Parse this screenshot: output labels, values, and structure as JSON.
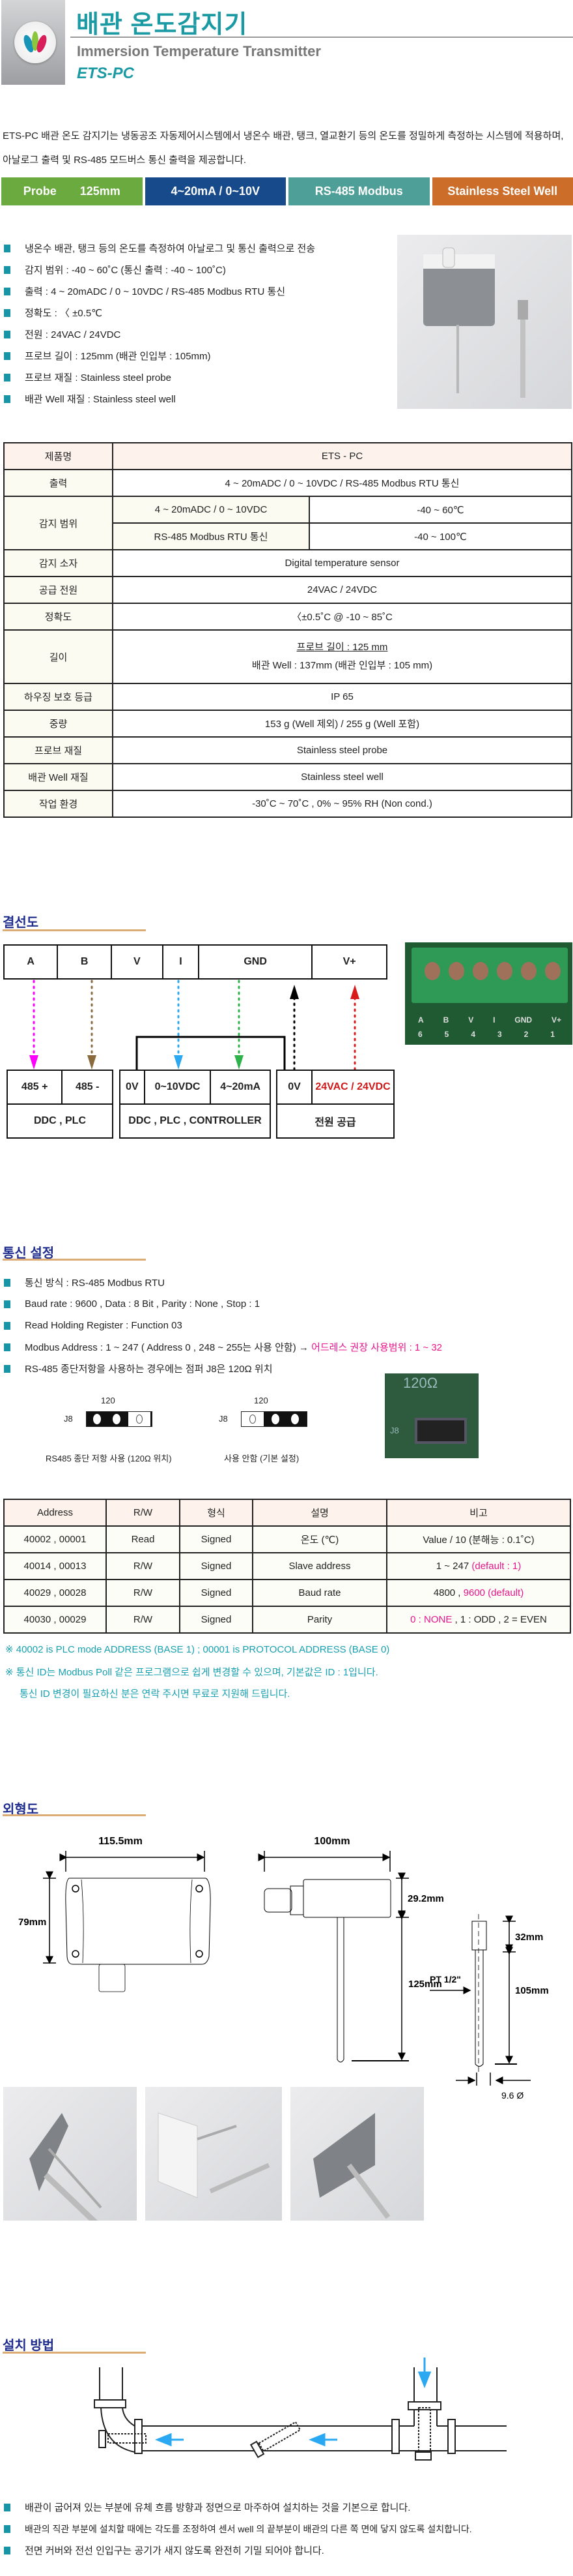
{
  "header": {
    "title": "배관 온도감지기",
    "subtitle": "Immersion Temperature Transmitter",
    "model": "ETS-PC"
  },
  "intro": "ETS-PC 배관 온도 감지기는 냉동공조 자동제어시스템에서 냉온수 배관, 탱크, 열교환기 등의 온도를 정밀하게 측정하는 시스템에 적용하며, 아날로그 출력 및 RS-485 모드버스 통신 출력을 제공합니다.",
  "features": [
    {
      "label": "Probe",
      "value": "125mm",
      "color": "#6aaa3f"
    },
    {
      "label": "4~20mA  /  0~10V",
      "color": "#164a8a"
    },
    {
      "label": "RS-485 Modbus",
      "color": "#4e9f98"
    },
    {
      "label": "Stainless Steel Well",
      "color": "#cc6d2a"
    }
  ],
  "bullets": [
    "냉온수 배관, 탱크 등의 온도를 측정하여 아날로그 및 통신 출력으로 전송",
    "감지 범위 :  -40 ~ 60˚C  (통신 출력 : -40 ~ 100˚C)",
    "출력 :  4 ~ 20mADC  /  0 ~ 10VDC  /  RS-485 Modbus RTU 통신",
    "정확도 :  〈 ±0.5℃",
    "전원 :  24VAC / 24VDC",
    "프로브 길이 :  125mm  (배관 인입부 : 105mm)",
    "프로브 재질 :  Stainless steel probe",
    "배관 Well 재질 :  Stainless steel  well"
  ],
  "spec": {
    "product_label": "제품명",
    "product": "ETS - PC",
    "output_label": "출력",
    "output": "4 ~ 20mADC  /  0 ~ 10VDC  /  RS-485 Modbus RTU 통신",
    "range_label": "감지 범위",
    "range_rows": [
      {
        "k": "4 ~ 20mADC  /  0 ~ 10VDC",
        "v": "-40 ~ 60℃"
      },
      {
        "k": "RS-485 Modbus RTU 통신",
        "v": "-40 ~ 100℃"
      }
    ],
    "rows1": [
      {
        "k": "감지 소자",
        "v": "Digital temperature sensor"
      },
      {
        "k": "공급 전원",
        "v": "24VAC  /  24VDC"
      },
      {
        "k": "정확도",
        "v": "〈±0.5˚C  @ -10 ~ 85˚C"
      }
    ],
    "length_label": "길이",
    "length_1": "프로브 길이 :  125 mm",
    "length_2": "배관 Well :  137mm  (배관 인입부 : 105 mm)",
    "rows2": [
      {
        "k": "하우징 보호 등급",
        "v": "IP 65"
      },
      {
        "k": "중량",
        "v": "153 g  (Well 제외)   /   255 g  (Well 포함)"
      },
      {
        "k": "프로브 재질",
        "v": "Stainless steel probe"
      },
      {
        "k": "배관 Well 재질",
        "v": "Stainless steel well"
      },
      {
        "k": "작업 환경",
        "v": "-30˚C ~ 70˚C  ,  0% ~ 95% RH (Non cond.)"
      }
    ]
  },
  "wiring": {
    "title": "결선도",
    "terminals": [
      "A",
      "B",
      "V",
      "I",
      "GND",
      "V+"
    ],
    "board_labels": [
      "A",
      "B",
      "V",
      "I",
      "GND",
      "V+"
    ],
    "board_numbers": [
      "6",
      "5",
      "4",
      "3",
      "2",
      "1"
    ],
    "groups": [
      {
        "cells": [
          "485 +",
          "485 -"
        ],
        "name": "DDC , PLC"
      },
      {
        "cells": [
          "0V",
          "0~10VDC",
          "4~20mA"
        ],
        "name": "DDC , PLC , CONTROLLER"
      },
      {
        "cells": [
          "0V",
          "24VAC / 24VDC"
        ],
        "name": "전원 공급"
      }
    ],
    "wire_colors": {
      "A": "#ff00ff",
      "B": "#8b6a3e",
      "V": "#2aa8f2",
      "I": "#2db34a",
      "GND": "#000000",
      "V+": "#d81b1b"
    }
  },
  "comm": {
    "title": "통신 설정",
    "bullets": [
      "통신 방식 :  RS-485 Modbus RTU",
      "Baud rate : 9600  ,  Data : 8 Bit  ,  Parity : None  ,  Stop : 1",
      "Read Holding Register :  Function  03"
    ],
    "addr_bullet": "Modbus Address :  1 ~ 247 ( Address 0 , 248 ~ 255는 사용 안함)  →",
    "addr_highlight": "어드레스 권장 사용범위 : 1 ~ 32",
    "term_bullet": "RS-485 종단저항을 사용하는 경우에는 점퍼 J8은 120Ω 위치",
    "jumper_on": {
      "top": "120",
      "label": "J8",
      "caption": "RS485 종단 저항 사용 (120Ω 위치)"
    },
    "jumper_off": {
      "top": "120",
      "label": "J8",
      "caption": "사용 안함 (기본 설정)"
    },
    "photo_text": "120Ω",
    "photo_j8": "J8"
  },
  "registers": {
    "headers": [
      "Address",
      "R/W",
      "형식",
      "설명",
      "비고"
    ],
    "rows": [
      {
        "addr": "40002 , 00001",
        "rw": "Read",
        "type": "Signed",
        "desc": "온도 (℃)",
        "note": "Value / 10   (분해능 : 0.1˚C)",
        "note_hl": ""
      },
      {
        "addr": "40014 , 00013",
        "rw": "R/W",
        "type": "Signed",
        "desc": "Slave address",
        "note": "1 ~ 247  ",
        "note_hl": "(default : 1)"
      },
      {
        "addr": "40029 , 00028",
        "rw": "R/W",
        "type": "Signed",
        "desc": "Baud rate",
        "note": "4800 , ",
        "note_hl": "9600 (default)"
      },
      {
        "addr": "40030 , 00029",
        "rw": "R/W",
        "type": "Signed",
        "desc": "Parity",
        "note_hl_first": "0 : NONE",
        "note": " ,  1 : ODD  ,  2 = EVEN"
      }
    ],
    "notes": [
      "※ 40002 is PLC mode ADDRESS (BASE 1) ;  00001 is PROTOCOL ADDRESS (BASE 0)",
      "※ 통신 ID는 Modbus Poll 같은 프로그램으로 쉽게 변경할 수 있으며, 기본값은 ID : 1입니다.",
      "통신 ID 변경이 필요하신 분은 연락 주시면 무료로 지원해 드립니다."
    ]
  },
  "dimensions": {
    "title": "외형도",
    "width": "115.5mm",
    "height": "79mm",
    "depth": "100mm",
    "box_height": "29.2mm",
    "probe": "125mm",
    "thread": "PT 1/2\"",
    "thread_len": "32mm",
    "well_len": "105mm",
    "diameter": "9.6 Ø"
  },
  "install": {
    "title": "설치 방법",
    "bullets": [
      "배관이 굽어져 있는 부분에 유체 흐름 방향과 정면으로 마주하여 설치하는 것을 기본으로 합니다.",
      "배관의 직관 부분에 설치할  때에는 각도를 조정하여 센서 well 의 끝부분이 배관의 다른 쪽 면에 닿지 않도록 설치합니다.",
      "전면 커버와 전선 인입구는 공기가 새지 않도록 완전히 기밀 되어야 합니다."
    ]
  }
}
